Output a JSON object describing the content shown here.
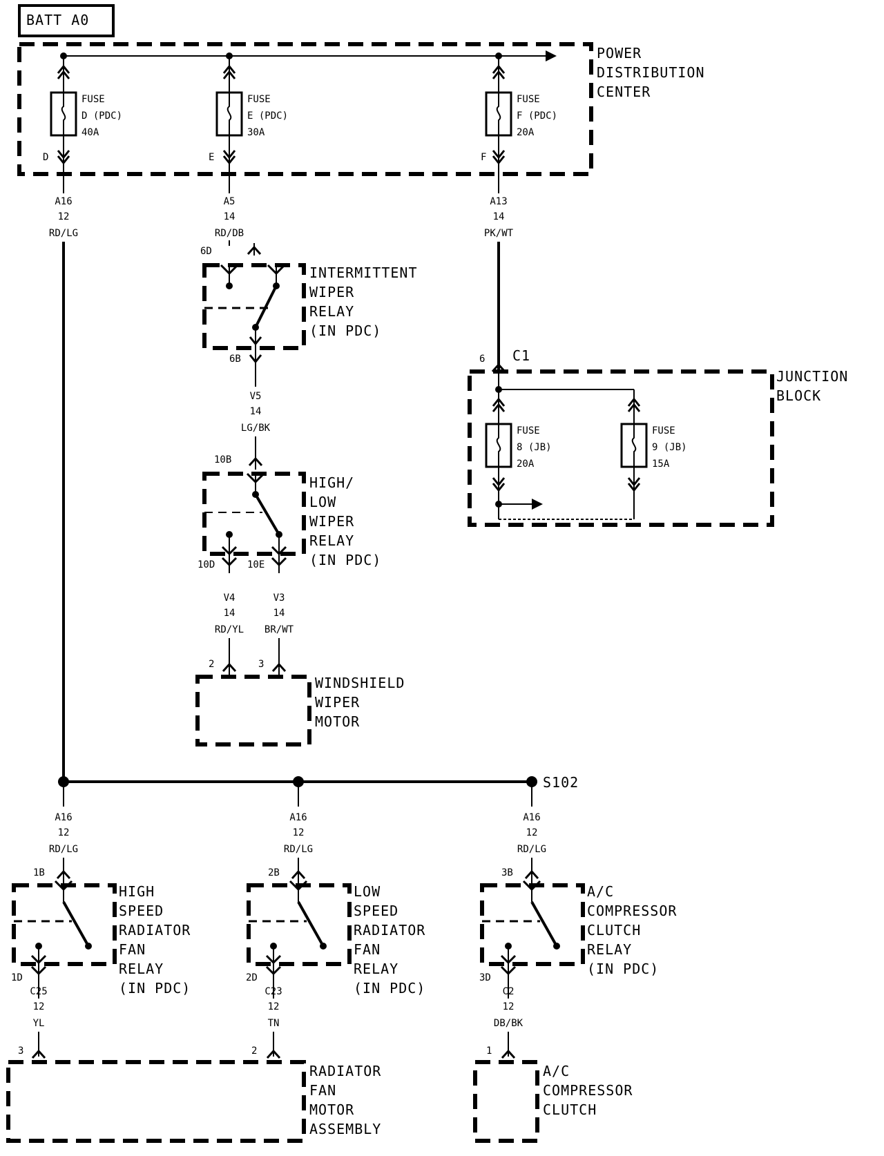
{
  "batt": "BATT A0",
  "pdc": {
    "l1": "POWER",
    "l2": "DISTRIBUTION",
    "l3": "CENTER"
  },
  "fuses_pdc": [
    {
      "l1": "FUSE",
      "l2": "D (PDC)",
      "l3": "40A",
      "term": "D",
      "circuit": "A16",
      "gauge": "12",
      "color": "RD/LG"
    },
    {
      "l1": "FUSE",
      "l2": "E (PDC)",
      "l3": "30A",
      "term": "E",
      "circuit": "A5",
      "gauge": "14",
      "color": "RD/DB"
    },
    {
      "l1": "FUSE",
      "l2": "F (PDC)",
      "l3": "20A",
      "term": "F",
      "circuit": "A13",
      "gauge": "14",
      "color": "PK/WT"
    }
  ],
  "iwr": {
    "pin_in": "6D",
    "pin_out": "6B",
    "l1": "INTERMITTENT",
    "l2": "WIPER",
    "l3": "RELAY",
    "l4": "(IN PDC)"
  },
  "v5": {
    "circuit": "V5",
    "gauge": "14",
    "color": "LG/BK"
  },
  "hlr": {
    "pin_in": "10B",
    "pin_a": "10D",
    "pin_b": "10E",
    "l1": "HIGH/",
    "l2": "LOW",
    "l3": "WIPER",
    "l4": "RELAY",
    "l5": "(IN PDC)"
  },
  "v4": {
    "circuit": "V4",
    "gauge": "14",
    "color": "RD/YL"
  },
  "v3": {
    "circuit": "V3",
    "gauge": "14",
    "color": "BR/WT"
  },
  "wiper_motor": {
    "pin_a": "2",
    "pin_b": "3",
    "l1": "WINDSHIELD",
    "l2": "WIPER",
    "l3": "MOTOR"
  },
  "jb": {
    "conn_pin": "6",
    "conn": "C1",
    "l1": "JUNCTION",
    "l2": "BLOCK"
  },
  "fuses_jb": [
    {
      "l1": "FUSE",
      "l2": "8 (JB)",
      "l3": "20A"
    },
    {
      "l1": "FUSE",
      "l2": "9 (JB)",
      "l3": "15A"
    }
  ],
  "splice": "S102",
  "branches": [
    {
      "circuit": "A16",
      "gauge": "12",
      "color": "RD/LG",
      "pin_in": "1B",
      "pin_out": "1D",
      "label": [
        "HIGH",
        "SPEED",
        "RADIATOR",
        "FAN",
        "RELAY",
        "(IN PDC)"
      ],
      "out_circuit": "C25",
      "out_gauge": "12",
      "out_color": "YL",
      "load_pin": "3"
    },
    {
      "circuit": "A16",
      "gauge": "12",
      "color": "RD/LG",
      "pin_in": "2B",
      "pin_out": "2D",
      "label": [
        "LOW",
        "SPEED",
        "RADIATOR",
        "FAN",
        "RELAY",
        "(IN PDC)"
      ],
      "out_circuit": "C23",
      "out_gauge": "12",
      "out_color": "TN",
      "load_pin": "2"
    },
    {
      "circuit": "A16",
      "gauge": "12",
      "color": "RD/LG",
      "pin_in": "3B",
      "pin_out": "3D",
      "label": [
        "A/C",
        "COMPRESSOR",
        "CLUTCH",
        "RELAY",
        "(IN PDC)"
      ],
      "out_circuit": "C2",
      "out_gauge": "12",
      "out_color": "DB/BK",
      "load_pin": "1"
    }
  ],
  "rad_motor": {
    "l1": "RADIATOR",
    "l2": "FAN",
    "l3": "MOTOR",
    "l4": "ASSEMBLY"
  },
  "ac_clutch": {
    "l1": "A/C",
    "l2": "COMPRESSOR",
    "l3": "CLUTCH"
  }
}
